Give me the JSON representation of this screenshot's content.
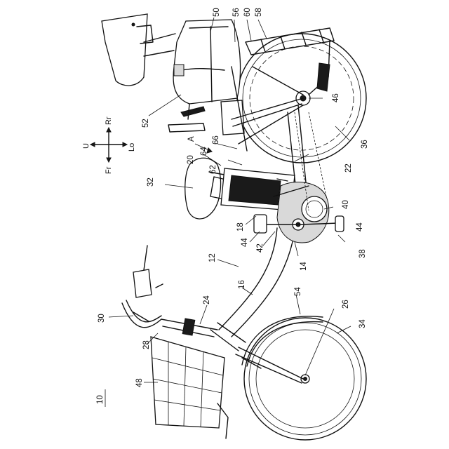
{
  "figure_number": "10",
  "direction_labels": {
    "up": "U",
    "lower": "Lo",
    "front": "Fr",
    "rear": "Rr"
  },
  "view_label": "A",
  "reference_numerals": {
    "n12": "12",
    "n14": "14",
    "n16": "16",
    "n18": "18",
    "n20": "20",
    "n22": "22",
    "n24": "24",
    "n26": "26",
    "n28": "28",
    "n30": "30",
    "n32": "32",
    "n34": "34",
    "n36": "36",
    "n38": "38",
    "n40": "40",
    "n42": "42",
    "n44a": "44",
    "n44b": "44",
    "n46": "46",
    "n48": "48",
    "n50": "50",
    "n52": "52",
    "n54": "54",
    "n56": "56",
    "n58": "58",
    "n60": "60",
    "n62": "62",
    "n64": "64",
    "n66": "66"
  }
}
